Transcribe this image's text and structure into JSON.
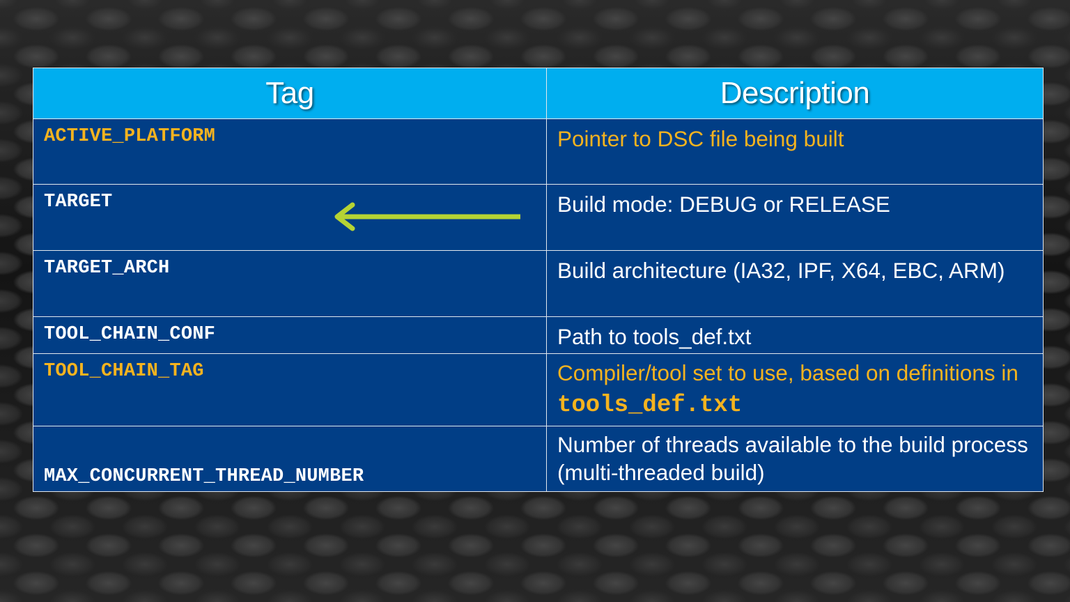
{
  "table": {
    "headers": [
      "Tag",
      "Description"
    ],
    "rows": [
      {
        "tag": "ACTIVE_PLATFORM",
        "description": "Pointer to DSC file being built",
        "highlighted": true
      },
      {
        "tag": "TARGET",
        "description": "Build mode: DEBUG or RELEASE",
        "highlighted": false,
        "arrow": "left-arrow-icon"
      },
      {
        "tag": "TARGET_ARCH",
        "description": "Build architecture (IA32, IPF, X64, EBC, ARM)",
        "highlighted": false
      },
      {
        "tag": "TOOL_CHAIN_CONF",
        "description": "Path to tools_def.txt",
        "highlighted": false
      },
      {
        "tag": "TOOL_CHAIN_TAG",
        "description_prefix": "Compiler/tool set to use, based on definitions in ",
        "description_code": "tools_def.txt",
        "highlighted": true
      },
      {
        "tag": "MAX_CONCURRENT_THREAD_NUMBER",
        "description": "Number of threads available to the build process (multi-threaded build)",
        "highlighted": false
      }
    ]
  },
  "colors": {
    "header_bg": "#00aeef",
    "cell_bg": "#013e86",
    "highlight_text": "#f5b31f",
    "arrow": "#b5d334"
  }
}
